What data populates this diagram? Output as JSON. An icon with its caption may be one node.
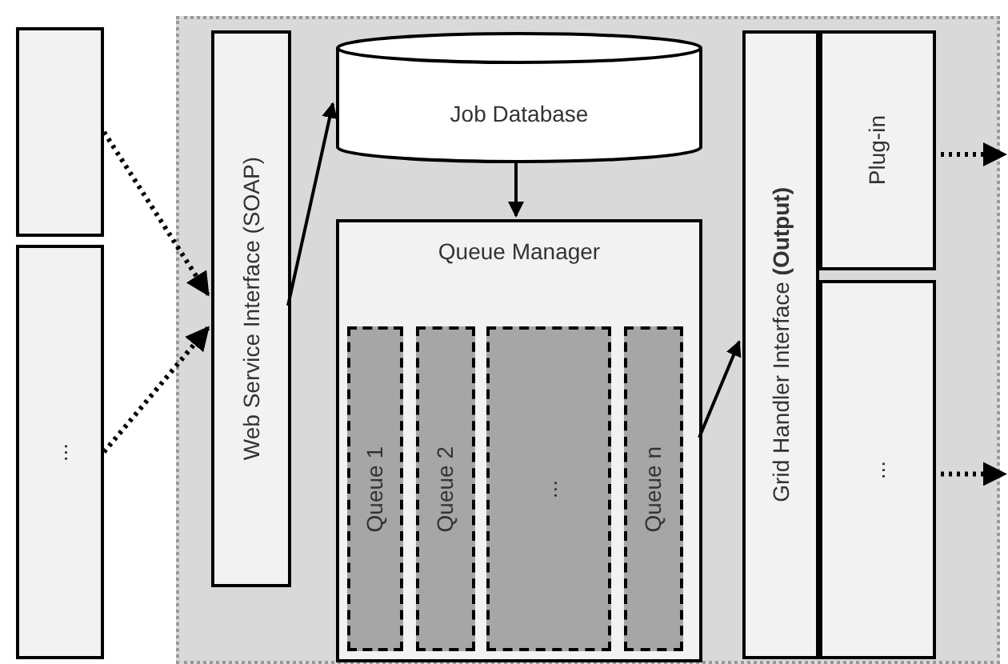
{
  "diagram": {
    "nodes": [
      {
        "text": [],
        "shape": "box"
      },
      {
        "text": [
          "..."
        ]
      },
      {
        "text": [],
        "shape": "box"
      },
      {
        "text": [
          "Web Service Interface (SOAP)"
        ],
        "in": 2
      },
      {
        "text": [
          "Job Database"
        ],
        "in": 2
      },
      {
        "text": [
          "Queue Manager"
        ],
        "in": 2
      },
      {
        "text": [
          "Queue 1"
        ],
        "in": 5
      },
      {
        "text": [
          "Queue 2"
        ],
        "in": 5
      },
      {
        "text": [
          "..."
        ],
        "in": 5
      },
      {
        "text": [
          "Queue n"
        ],
        "in": 5
      },
      {
        "text": [
          "Grid Handler Interface **(Output)**"
        ],
        "in": 2
      },
      {
        "text": [
          "Plug-in"
        ],
        "in": 2
      },
      {
        "text": [
          "..."
        ],
        "in": 2
      }
    ],
    "edges": [
      {
        "from": 0,
        "to": 3,
        "arrow": "to",
        "style": "dashed"
      },
      {
        "from": 1,
        "to": 3,
        "arrow": "to",
        "style": "dashed"
      },
      {
        "from": 3,
        "to": 4,
        "arrow": "to"
      },
      {
        "from": 4,
        "to": 5,
        "arrow": "to"
      },
      {
        "from": 5,
        "to": 10,
        "arrow": "to"
      },
      {
        "from": 11,
        "to": null,
        "arrow": "to",
        "style": "dashed"
      },
      {
        "from": 12,
        "to": null,
        "arrow": "to",
        "style": "dashed"
      }
    ]
  }
}
